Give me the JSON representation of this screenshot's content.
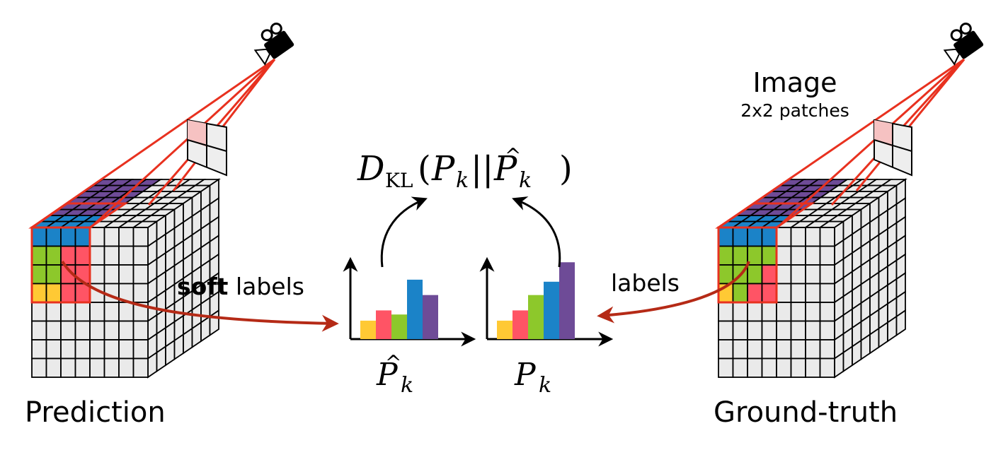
{
  "labels": {
    "prediction": "Prediction",
    "ground_truth": "Ground-truth",
    "image": "Image",
    "patches": "2x2 patches",
    "soft_bold": "soft",
    "soft_rest": " labels",
    "labels": "labels"
  },
  "formula": {
    "d": "D",
    "kl": "KL",
    "open": "(",
    "p": "P",
    "k1": "k",
    "bars": "||",
    "hat": "^",
    "p2": "P",
    "k2": "k",
    "close": ")"
  },
  "histograms": {
    "left": {
      "p": "P",
      "hat": "^",
      "k": "k",
      "values": [
        0.18,
        0.28,
        0.24,
        0.58,
        0.43
      ]
    },
    "right": {
      "p": "P",
      "k": "k",
      "values": [
        0.18,
        0.28,
        0.43,
        0.56,
        0.75
      ]
    }
  },
  "colors": {
    "bars": [
      "#FFC934",
      "#FF5465",
      "#8DC82B",
      "#1B83C8",
      "#6E4B97"
    ],
    "frustum": "#E8311F",
    "arrow": "#B52A16",
    "grid_face": "#EAEAEA"
  },
  "icons": [
    "camera-icon-left",
    "camera-icon-right"
  ]
}
